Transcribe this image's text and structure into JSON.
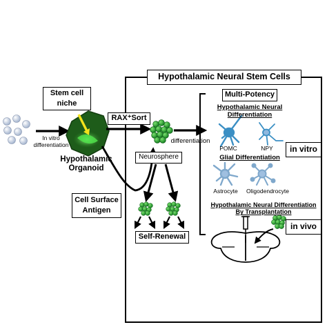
{
  "main_box_title": "Hypothalamic Neural Stem Cells",
  "stem_cell_niche": [
    "Stem cell",
    "niche"
  ],
  "in_vitro_diff": [
    "In vitro",
    "differentiation"
  ],
  "organoid": [
    "Hypothalamic",
    "Organoid"
  ],
  "rax_sort": "RAX⁺Sort",
  "neurosphere": "Neurosphere",
  "differentiation": "differentiation",
  "cell_surface": [
    "Cell Surface",
    "Antigen"
  ],
  "self_renewal": "Self-Renewal",
  "multi_potency": "Multi-Potency",
  "hyp_neural_diff": [
    "Hypothalamic Neural",
    "Differentiation"
  ],
  "pomc": "POMC",
  "npy": "NPY",
  "glial_diff": "Glial Differentiation",
  "astrocyte": "Astrocyte",
  "oligodendrocyte": "Oligodendrocyte",
  "transplant_diff": [
    "Hypothalamic Neural Differentiation",
    "By Transplantation"
  ],
  "in_vitro": "in vitro",
  "in_vivo": "in vivo",
  "colors": {
    "cells": "#1e9a2a",
    "neuron": "#3b8fc4",
    "glia": "#7fa8cc",
    "organoid": "#1e5c1a",
    "organoid_glow": "#4fe04a",
    "arrow_yellow": "#f2e21c",
    "sphere": "#c9d3e6"
  }
}
